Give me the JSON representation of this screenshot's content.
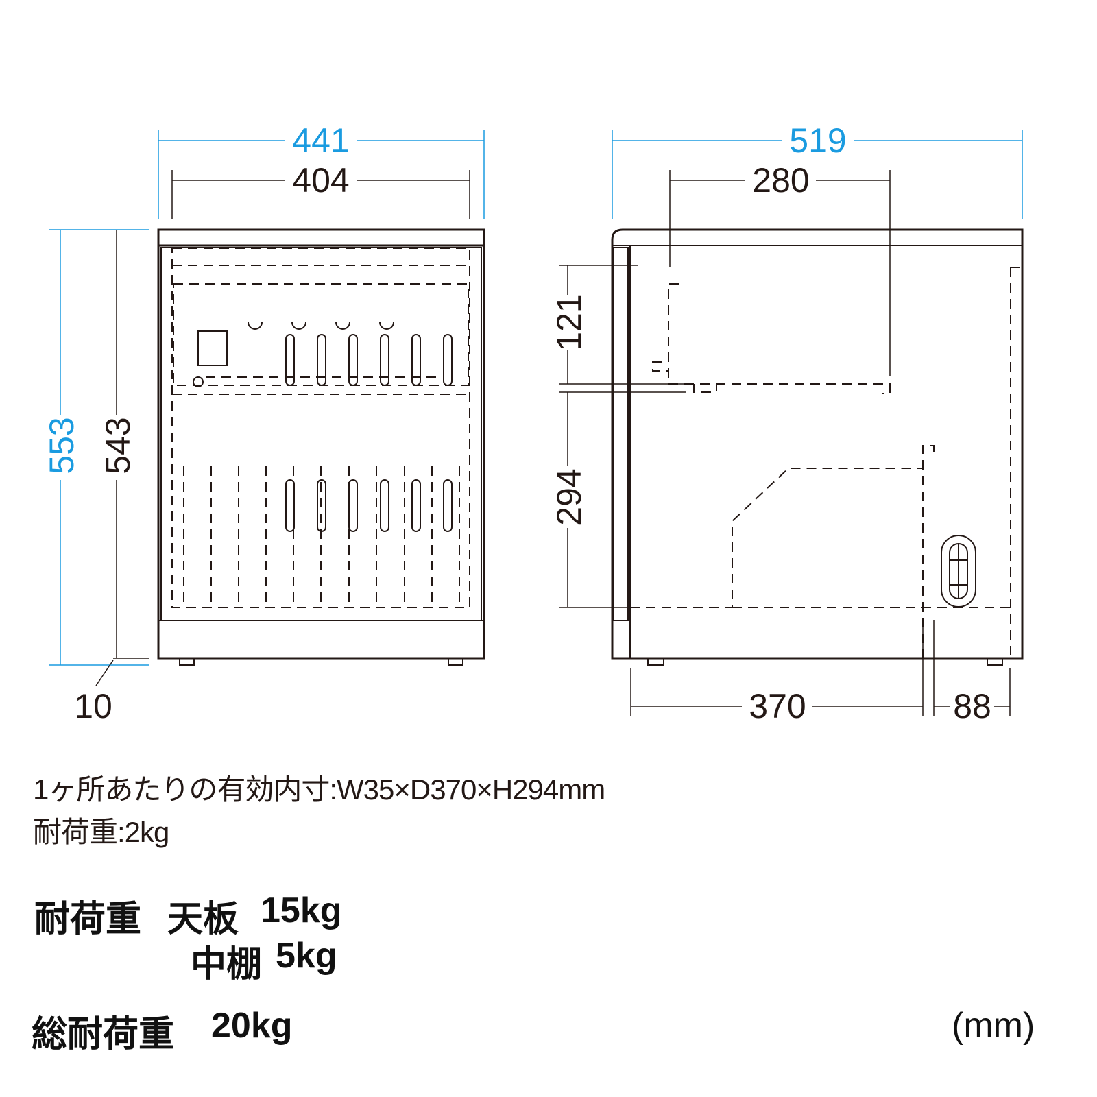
{
  "dimensions": {
    "front_outer_width": "441",
    "front_inner_width": "404",
    "front_total_height": "553",
    "front_body_height": "543",
    "foot_height": "10",
    "side_depth": "519",
    "shelf_depth": "280",
    "upper_height": "121",
    "lower_height": "294",
    "lower_depth": "370",
    "rear_gap": "88"
  },
  "notes": {
    "slot_size": "1ヶ所あたりの有効内寸:W35×D370×H294mm",
    "slot_load": "耐荷重:2kg"
  },
  "loads": {
    "label": "耐荷重",
    "top_label": "天板",
    "top_value": "15kg",
    "shelf_label": "中棚",
    "shelf_value": "5kg",
    "total_label": "総耐荷重",
    "total_value": "20kg"
  },
  "unit": "(mm)",
  "colors": {
    "accent": "#1a9be0",
    "line": "#231815"
  }
}
